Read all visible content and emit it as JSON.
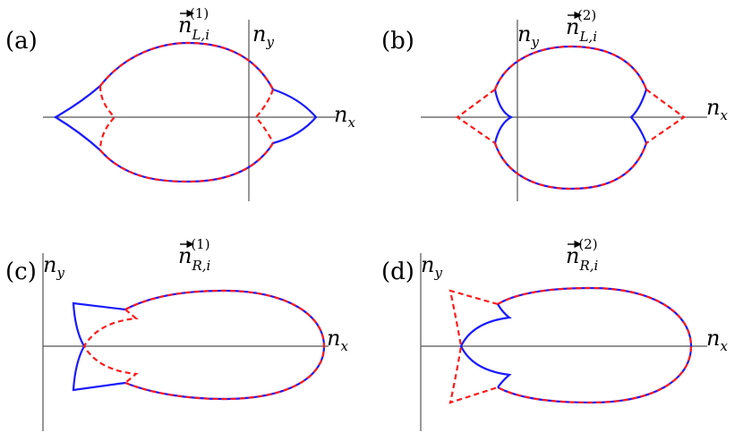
{
  "colors": {
    "curve_solid": "#1a1aff",
    "curve_dashed": "#ff1a1a",
    "axes": "#555555"
  },
  "panels": [
    {
      "id": "a",
      "label": "(a)",
      "title_base": "n",
      "title_sub": "L,i",
      "title_sup": "(1)",
      "xlabel": "n",
      "xlabel_sub": "x",
      "ylabel": "n",
      "ylabel_sub": "y"
    },
    {
      "id": "b",
      "label": "(b)",
      "title_base": "n",
      "title_sub": "L,i",
      "title_sup": "(2)",
      "xlabel": "n",
      "xlabel_sub": "x",
      "ylabel": "n",
      "ylabel_sub": "y"
    },
    {
      "id": "c",
      "label": "(c)",
      "title_base": "n",
      "title_sub": "R,i",
      "title_sup": "(1)",
      "xlabel": "n",
      "xlabel_sub": "x",
      "ylabel": "n",
      "ylabel_sub": "y"
    },
    {
      "id": "d",
      "label": "(d)",
      "title_base": "n",
      "title_sub": "R,i",
      "title_sup": "(2)",
      "xlabel": "n",
      "xlabel_sub": "x",
      "ylabel": "n",
      "ylabel_sub": "y"
    }
  ]
}
